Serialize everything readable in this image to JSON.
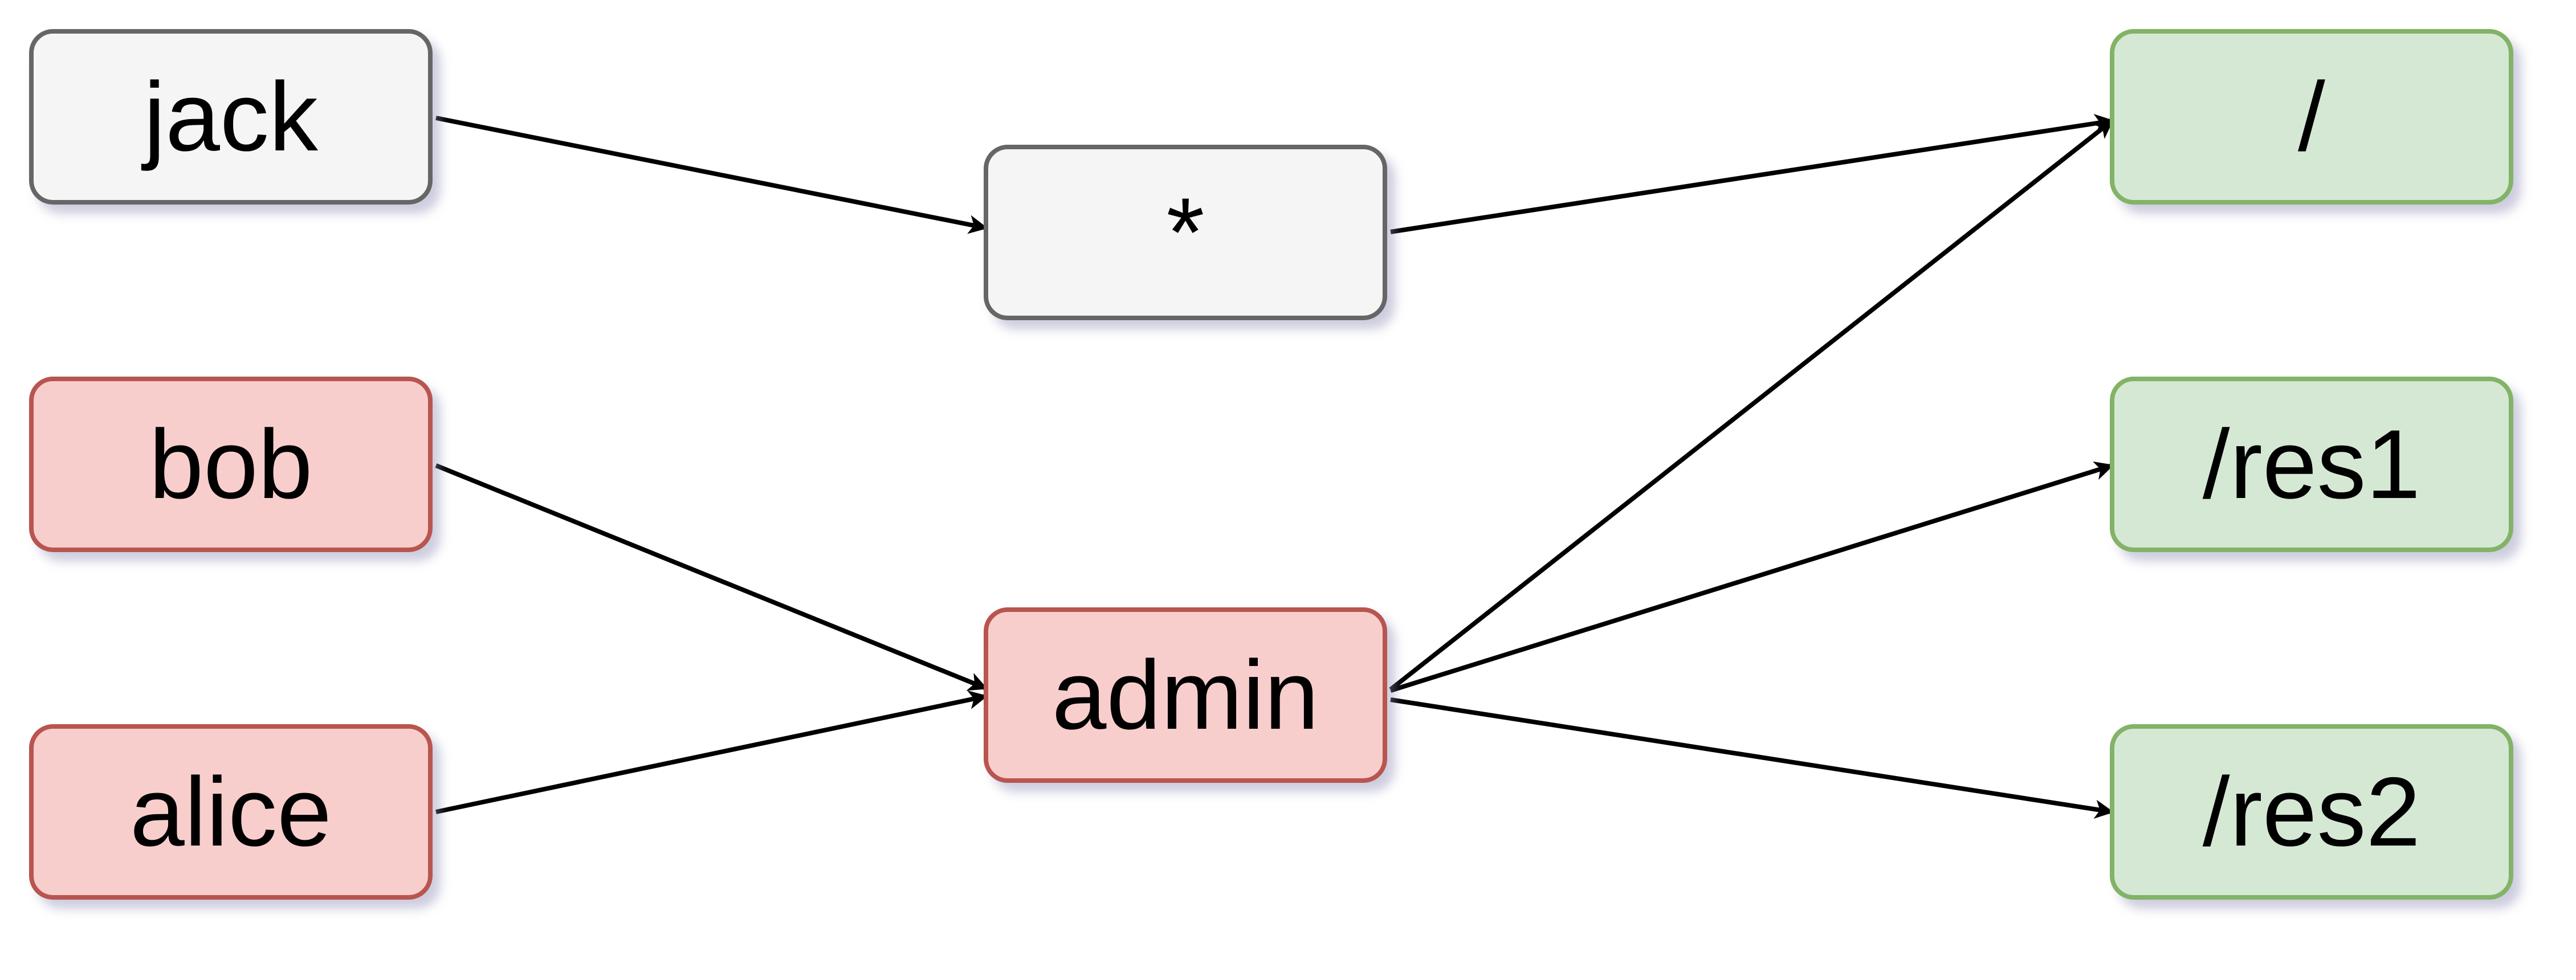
{
  "diagram": {
    "nodes": [
      {
        "id": "jack",
        "label": "jack",
        "fill": "#f5f5f5",
        "stroke": "#666666",
        "text_color": "#333333"
      },
      {
        "id": "star",
        "label": "*",
        "fill": "#f5f5f5",
        "stroke": "#666666",
        "text_color": "#000000"
      },
      {
        "id": "root",
        "label": "/",
        "fill": "#d5e8d4",
        "stroke": "#82b366",
        "text_color": "#000000"
      },
      {
        "id": "bob",
        "label": "bob",
        "fill": "#f8cecc",
        "stroke": "#b85450",
        "text_color": "#000000"
      },
      {
        "id": "res1",
        "label": "/res1",
        "fill": "#d5e8d4",
        "stroke": "#82b366",
        "text_color": "#000000"
      },
      {
        "id": "admin",
        "label": "admin",
        "fill": "#f8cecc",
        "stroke": "#b85450",
        "text_color": "#000000"
      },
      {
        "id": "alice",
        "label": "alice",
        "fill": "#f8cecc",
        "stroke": "#b85450",
        "text_color": "#000000"
      },
      {
        "id": "res2",
        "label": "/res2",
        "fill": "#d5e8d4",
        "stroke": "#82b366",
        "text_color": "#000000"
      }
    ],
    "edges": [
      {
        "from": "jack",
        "to": "star"
      },
      {
        "from": "star",
        "to": "root"
      },
      {
        "from": "bob",
        "to": "admin"
      },
      {
        "from": "alice",
        "to": "admin"
      },
      {
        "from": "admin",
        "to": "root"
      },
      {
        "from": "admin",
        "to": "res1"
      },
      {
        "from": "admin",
        "to": "res2"
      }
    ]
  }
}
